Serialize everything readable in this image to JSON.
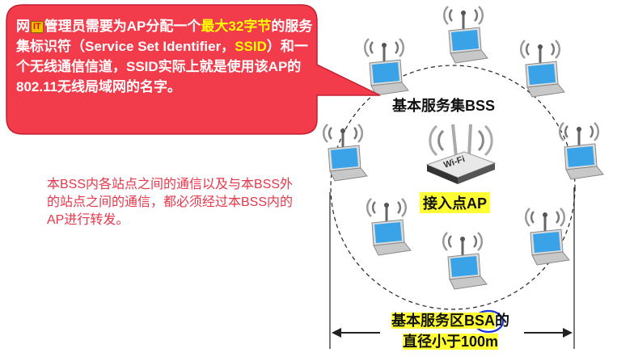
{
  "callout": {
    "p1": "网",
    "it_badge": "IT",
    "p2": "管理员需要为AP分配一个",
    "hl1": "最大32字节",
    "p3": "的服务集标识符（Service Set Identifier，",
    "hl2": "SSID",
    "p4": "）和一个无线通信信道，SSID实际上就是使用该AP的802.11无线局域网的名字。"
  },
  "note": "本BSS内各站点之间的通信以及与本BSS外的站点之间的通信，都必须经过本BSS内的AP进行转发。",
  "labels": {
    "bss": "基本服务集BSS",
    "ap": "接入点AP",
    "bsa_line1_a": "基本服务区",
    "bsa_line1_b": "BSA",
    "bsa_line1_c": "的",
    "bsa_line2": "直径小于100m"
  },
  "icons": {
    "station": "laptop-wifi-icon",
    "ap": "wifi-router-icon"
  },
  "colors": {
    "callout_bg": "#f23b4b",
    "highlight": "#ffff00",
    "note_text": "#e8364a",
    "ink": "#111111",
    "marker": "#1a33d6"
  }
}
